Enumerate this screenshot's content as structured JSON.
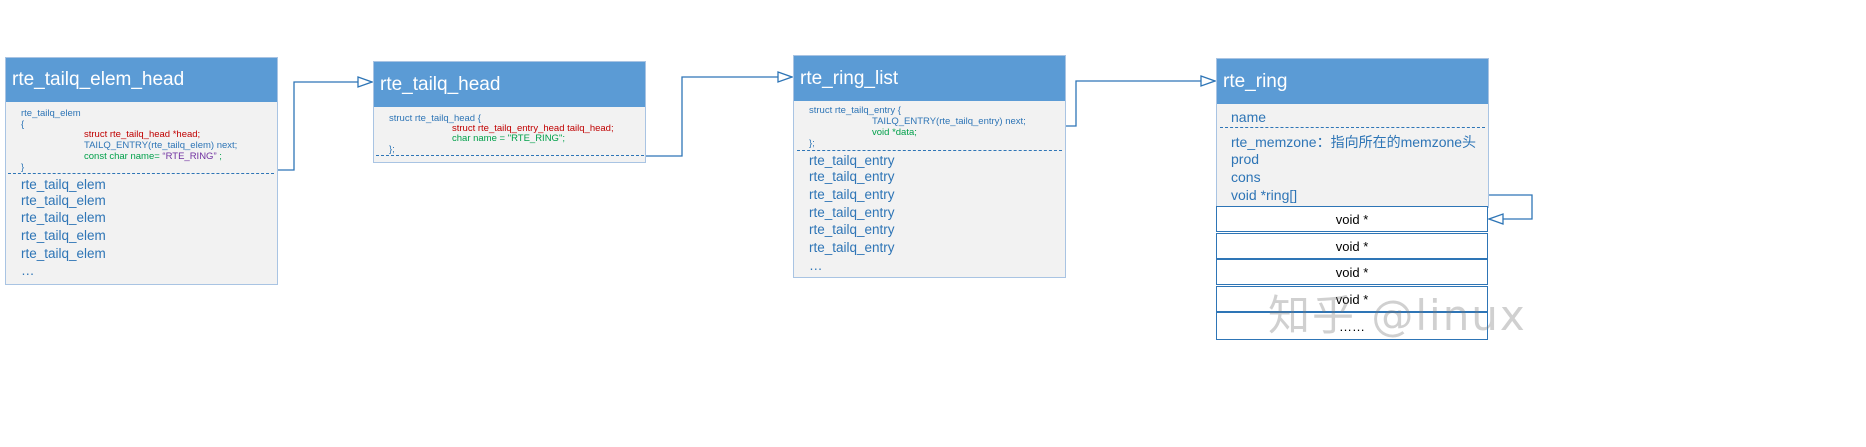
{
  "boxes": {
    "elem_head": {
      "title": "rte_tailq_elem_head",
      "code": {
        "line1": "rte_tailq_elem",
        "line2": "{",
        "line3": "struct rte_tailq_head *head;",
        "line4": "TAILQ_ENTRY(rte_tailq_elem) next;",
        "line5_prefix": "const char name= ",
        "line5_value": "“RTE_RING”",
        "line5_suffix": " ;",
        "line6": "}"
      },
      "items": [
        "rte_tailq_elem",
        "rte_tailq_elem",
        "rte_tailq_elem",
        "rte_tailq_elem",
        "rte_tailq_elem",
        "…"
      ]
    },
    "tailq_head": {
      "title": "rte_tailq_head",
      "code": {
        "line1": "struct rte_tailq_head {",
        "line2": "struct rte_tailq_entry_head tailq_head;",
        "line3": "char name = \"RTE_RING\";",
        "line4": "};"
      }
    },
    "ring_list": {
      "title": "rte_ring_list",
      "code": {
        "line1": "struct rte_tailq_entry {",
        "line2": "TAILQ_ENTRY(rte_tailq_entry) next;",
        "line3": "void *data;",
        "line4": "};"
      },
      "items": [
        "rte_tailq_entry",
        "rte_tailq_entry",
        "rte_tailq_entry",
        "rte_tailq_entry",
        "rte_tailq_entry",
        "rte_tailq_entry",
        "…"
      ]
    },
    "ring": {
      "title": "rte_ring",
      "items": [
        "name",
        "rte_memzone：指向所在的memzone头",
        "prod",
        "cons",
        "void *ring[]"
      ],
      "cells": [
        "void *",
        "void *",
        "void *",
        "void *",
        "……"
      ]
    }
  },
  "watermark": "知乎 @linux",
  "colors": {
    "header": "#5b9bd5",
    "body": "#f2f2f2",
    "text_blue": "#2e75b6",
    "text_red": "#c00000",
    "text_green": "#00a04a",
    "text_purple": "#7030a0"
  }
}
